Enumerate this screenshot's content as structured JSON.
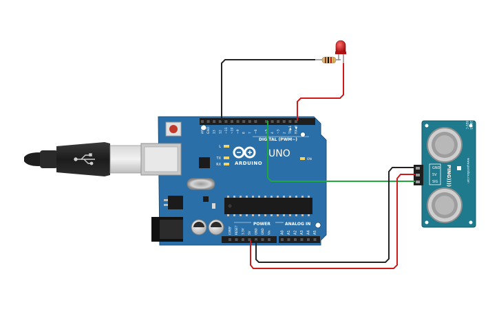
{
  "board": {
    "logo_text": "ARDUINO",
    "model_text": "UNO",
    "digital_header_label": "DIGITAL (PWM~)",
    "power_label": "POWER",
    "analog_label": "ANALOG IN",
    "on_label": "ON",
    "led_labels": [
      "L",
      "TX",
      "RX"
    ],
    "top_pin_labels": [
      "AREF",
      "GND",
      "13",
      "12",
      "~11",
      "~10",
      "~9",
      "8",
      "7",
      "~6",
      "~5",
      "4",
      "~3",
      "2",
      "TX▶1",
      "RX◀0"
    ],
    "power_pin_labels": [
      "IOREF",
      "RESET",
      "3.3V",
      "5V",
      "GND",
      "GND",
      "Vin"
    ],
    "analog_pin_labels": [
      "A0",
      "A1",
      "A2",
      "A3",
      "A4",
      "A5"
    ]
  },
  "sensor": {
    "pin_labels": [
      "GND",
      "5V",
      "SIG"
    ],
    "brand_text": "PING))))",
    "maker_text": "www.parallax.com",
    "rev_text": "REV C",
    "part_text": "28015"
  },
  "colors": {
    "board_blue": "#2a6fa8",
    "sensor_teal": "#1e7a8c",
    "wire_black": "#222222",
    "wire_red": "#d01818",
    "wire_green": "#1da83a",
    "led_red": "#c81414"
  }
}
